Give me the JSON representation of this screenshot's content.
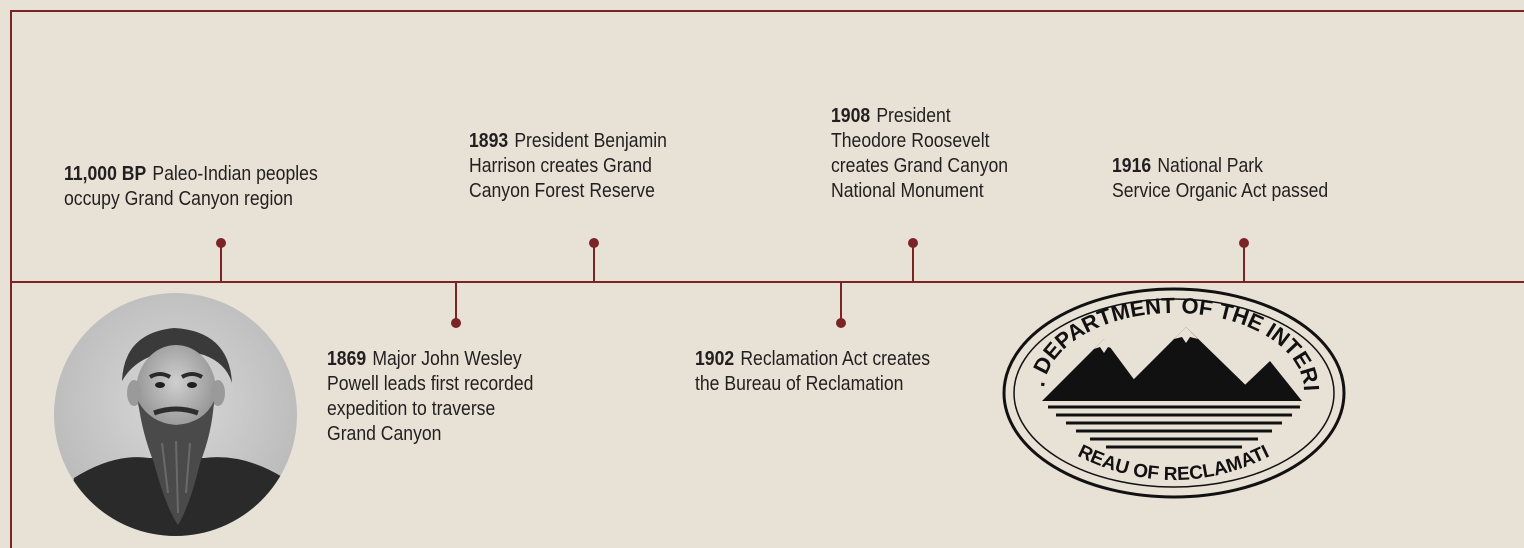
{
  "timeline": {
    "events": [
      {
        "id": "e1",
        "year": "11,000 BP",
        "text": [
          "Paleo-Indian peoples",
          "occupy Grand Canyon region"
        ]
      },
      {
        "id": "e2",
        "year": "1869",
        "text": [
          "Major John Wesley",
          "Powell leads first recorded",
          "expedition to traverse",
          "Grand Canyon"
        ]
      },
      {
        "id": "e3",
        "year": "1893",
        "text": [
          "President Benjamin",
          "Harrison creates Grand",
          "Canyon Forest Reserve"
        ]
      },
      {
        "id": "e4",
        "year": "1902",
        "text": [
          "Reclamation Act creates",
          "the Bureau of Reclamation"
        ]
      },
      {
        "id": "e5",
        "year": "1908",
        "text": [
          "President",
          "Theodore Roosevelt",
          "creates Grand Canyon",
          "National Monument"
        ]
      },
      {
        "id": "e6",
        "year": "1916",
        "text": [
          "National Park",
          "Service Organic Act passed"
        ]
      }
    ]
  },
  "seal": {
    "top_text": "U.S. DEPARTMENT OF THE INTERIOR",
    "bottom_text": "BUREAU OF RECLAMATION"
  },
  "colors": {
    "background": "#e8e1d6",
    "accent": "#7a2426",
    "text": "#231f20"
  }
}
